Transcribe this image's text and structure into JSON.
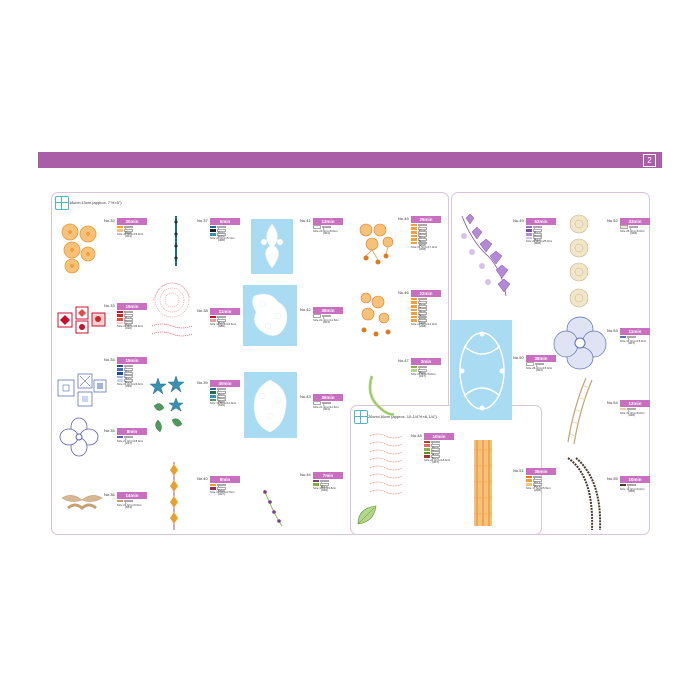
{
  "page": {
    "number": "2",
    "band_color": "#a95ea5",
    "time_badge_color": "#c86fc0",
    "frame_color": "#d9c4d9"
  },
  "hoops": {
    "large": {
      "icon": "hoop-icon",
      "label": "26cm×16cm (approx. 10-1/4\"H×6-1/4\")"
    },
    "small": {
      "icon": "hoop-icon",
      "label": "18cm×13cm (approx. 7\"H×5\")"
    }
  },
  "cards": [
    {
      "no": "No.32",
      "time": "30min",
      "threads": [
        {
          "n": "1",
          "c": "208",
          "color": "#f0a040"
        },
        {
          "n": "2",
          "c": "301",
          "color": "#f6c27a"
        }
      ],
      "size": "Size 24.5cm×15.0cm"
    },
    {
      "no": "No.33",
      "time": "15min",
      "threads": [
        {
          "n": "1",
          "c": "107",
          "color": "#c8102e"
        },
        {
          "n": "2",
          "c": "012",
          "color": "#d2232a"
        },
        {
          "n": "3",
          "c": "010",
          "color": "#e44c4c"
        },
        {
          "n": "4",
          "c": "010",
          "color": "#f7d1d1"
        }
      ],
      "size": "Size 21.0cm×26.0cm"
    },
    {
      "no": "No.34",
      "time": "15min",
      "threads": [
        {
          "n": "1",
          "c": "070",
          "color": "#2b4a96"
        },
        {
          "n": "2",
          "c": "399",
          "color": "#4b6fbf"
        },
        {
          "n": "3",
          "c": "070",
          "color": "#2b4a96"
        },
        {
          "n": "4",
          "c": "399",
          "color": "#9fb3e0"
        },
        {
          "n": "5",
          "c": "399",
          "color": "#c9d5f2"
        }
      ],
      "size": "Size 21.0cm×24.0cm"
    },
    {
      "no": "No.35",
      "time": "8min",
      "threads": [
        {
          "n": "1",
          "c": "227",
          "color": "#5b5ea8"
        }
      ],
      "size": "Size 21.0cm×18.0cm"
    },
    {
      "no": "No.36",
      "time": "14min",
      "threads": [
        {
          "n": "1",
          "c": "843",
          "color": "#c8a070"
        }
      ],
      "size": "Size 24.5cm×9.0cm"
    },
    {
      "no": "No.37",
      "time": "6min",
      "threads": [
        {
          "n": "1",
          "c": "406",
          "color": "#1d6c8c"
        },
        {
          "n": "2",
          "c": "019",
          "color": "#222222"
        },
        {
          "n": "3",
          "c": "405",
          "color": "#3b8fb0"
        }
      ],
      "size": "Size 20.0cm×5.1cm"
    },
    {
      "no": "No.38",
      "time": "11min",
      "threads": [
        {
          "n": "1",
          "c": "107",
          "color": "#c8102e"
        },
        {
          "n": "2",
          "c": "085",
          "color": "#e8a0a0"
        }
      ],
      "size": "Size 16.2cm×19.6cm"
    },
    {
      "no": "No.39",
      "time": "40min",
      "threads": [
        {
          "n": "1",
          "c": "406",
          "color": "#1d6c8c"
        },
        {
          "n": "2",
          "c": "007",
          "color": "#2c6b3b"
        },
        {
          "n": "3",
          "c": "405",
          "color": "#3b8fb0"
        },
        {
          "n": "4",
          "c": "515",
          "color": "#4f9a5a"
        }
      ],
      "size": "Size 19.0cm×12.0cm"
    },
    {
      "no": "No.40",
      "time": "8min",
      "threads": [
        {
          "n": "1",
          "c": "206",
          "color": "#e8a030"
        },
        {
          "n": "2",
          "c": "307",
          "color": "#9b2b4f"
        }
      ],
      "size": "Size 21.0cm×2.5cm"
    },
    {
      "no": "No.41",
      "time": "13min",
      "threads": [
        {
          "n": "1",
          "c": "001",
          "color": "#ffffff"
        }
      ],
      "size": "Size 23.0cm×8.0cm"
    },
    {
      "no": "No.42",
      "time": "36min",
      "threads": [
        {
          "n": "1",
          "c": "001",
          "color": "#ffffff"
        }
      ],
      "size": "Size 21.4cm×11.5cm"
    },
    {
      "no": "No.43",
      "time": "36min",
      "threads": [
        {
          "n": "1",
          "c": "001",
          "color": "#ffffff"
        }
      ],
      "size": "Size 21.4cm×11.5cm"
    },
    {
      "no": "No.44",
      "time": "7min",
      "threads": [
        {
          "n": "1",
          "c": "612",
          "color": "#7b3c8c"
        },
        {
          "n": "2",
          "c": "020",
          "color": "#7fae3a"
        }
      ],
      "size": "Size 3.5cm×3.8cm"
    },
    {
      "no": "No.45",
      "time": "25min",
      "threads": [
        {
          "n": "1",
          "c": "208",
          "color": "#f0a040"
        },
        {
          "n": "2",
          "c": "208",
          "color": "#f0a040"
        },
        {
          "n": "3",
          "c": "208",
          "color": "#f0a040"
        },
        {
          "n": "4",
          "c": "208",
          "color": "#f0a040"
        },
        {
          "n": "5",
          "c": "208",
          "color": "#f0a040"
        },
        {
          "n": "6",
          "c": "208",
          "color": "#f0a040"
        }
      ],
      "size": "Size 21.5cm×17.0cm"
    },
    {
      "no": "No.46",
      "time": "22min",
      "threads": [
        {
          "n": "1",
          "c": "208",
          "color": "#f0a040"
        },
        {
          "n": "2",
          "c": "208",
          "color": "#f0a040"
        },
        {
          "n": "3",
          "c": "208",
          "color": "#f0a040"
        },
        {
          "n": "4",
          "c": "208",
          "color": "#f0a040"
        },
        {
          "n": "5",
          "c": "208",
          "color": "#f0a040"
        },
        {
          "n": "6",
          "c": "208",
          "color": "#f0a040"
        },
        {
          "n": "7",
          "c": "208",
          "color": "#f0a040"
        }
      ],
      "size": "Size 21.5cm×12.0cm"
    },
    {
      "no": "No.47",
      "time": "3min",
      "threads": [
        {
          "n": "1",
          "c": "509",
          "color": "#8cb04a"
        },
        {
          "n": "2",
          "c": "027",
          "color": "#b3d88a"
        }
      ],
      "size": "Size 23.0cm×8.0cm"
    },
    {
      "no": "No.48",
      "time": "10min",
      "threads": [
        {
          "n": "1",
          "c": "307",
          "color": "#c0392b"
        },
        {
          "n": "2",
          "c": "010",
          "color": "#e26b5c"
        },
        {
          "n": "3",
          "c": "513",
          "color": "#8cb04a"
        },
        {
          "n": "4",
          "c": "843",
          "color": "#5f8c2c"
        },
        {
          "n": "5",
          "c": "307",
          "color": "#a5342e"
        }
      ],
      "size": "Size 24.0cm×18.0cm"
    },
    {
      "no": "No.49",
      "time": "52min",
      "threads": [
        {
          "n": "1",
          "c": "612",
          "color": "#9b6bc0"
        },
        {
          "n": "2",
          "c": "012",
          "color": "#7f4fa8"
        },
        {
          "n": "3",
          "c": "612",
          "color": "#b48ad6"
        },
        {
          "n": "4",
          "c": "808",
          "color": "#d8c0ea"
        }
      ],
      "size": "Size 20.0cm×25.0cm"
    },
    {
      "no": "No.50",
      "time": "38min",
      "threads": [
        {
          "n": "1",
          "c": "001",
          "color": "#ffffff"
        }
      ],
      "size": "Size 26.0cm×15.0cm"
    },
    {
      "no": "No.51",
      "time": "35min",
      "threads": [
        {
          "n": "1",
          "c": "214",
          "color": "#e07a20"
        },
        {
          "n": "2",
          "c": "323",
          "color": "#f0a040"
        },
        {
          "n": "3",
          "c": "208",
          "color": "#f6c27a"
        }
      ],
      "size": "Size 17.5cm×5.5cm"
    },
    {
      "no": "No.52",
      "time": "33min",
      "threads": [
        {
          "n": "1",
          "c": "328",
          "color": "#f1e6c8"
        }
      ],
      "size": "Size 25.0cm×8.0cm"
    },
    {
      "no": "No.53",
      "time": "11min",
      "threads": [
        {
          "n": "1",
          "c": "007",
          "color": "#5b6fb0"
        }
      ],
      "size": "Size 13.0cm×15.0cm"
    },
    {
      "no": "No.54",
      "time": "12min",
      "threads": [
        {
          "n": "1",
          "c": "328",
          "color": "#e6cfa0"
        }
      ],
      "size": "Size 22.0cm×8.0cm"
    },
    {
      "no": "No.55",
      "time": "10min",
      "threads": [
        {
          "n": "1",
          "c": "058",
          "color": "#4a3a2c"
        }
      ],
      "size": "Size 13.0cm×9.0cm"
    }
  ]
}
